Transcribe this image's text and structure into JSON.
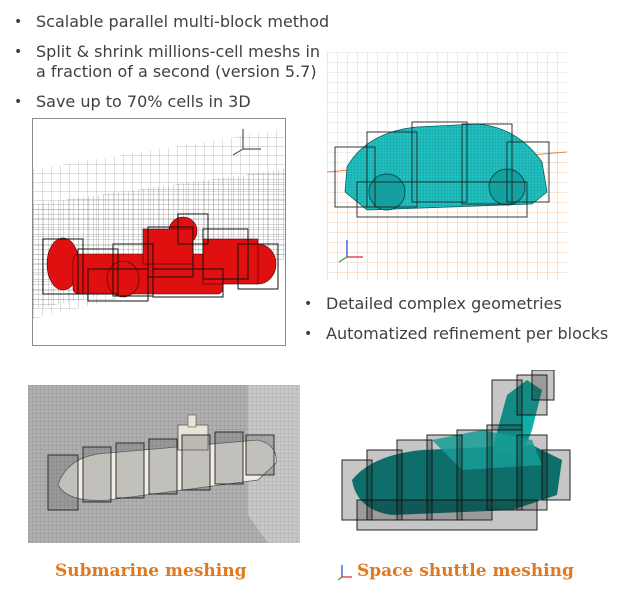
{
  "top_bullets": [
    {
      "text": "Scalable parallel multi-block method"
    },
    {
      "text": "Split & shrink millions-cell meshs in\na fraction of a second (version 5.7)"
    },
    {
      "text": "Save up to 70% cells in 3D"
    }
  ],
  "mid_bullets": [
    {
      "text": "Detailed complex geometries"
    },
    {
      "text": "Automatized refinement per blocks"
    }
  ],
  "bullet_glyph": "•",
  "captions": {
    "submarine": "Submarine meshing",
    "shuttle": "Space shuttle meshing"
  },
  "colors": {
    "text": "#404040",
    "caption": "#e07820",
    "f1_red": "#e01010",
    "car_teal": "#20c0c0",
    "shuttle_teal": "#10b0a8",
    "orange_grid": "#f0a060"
  }
}
